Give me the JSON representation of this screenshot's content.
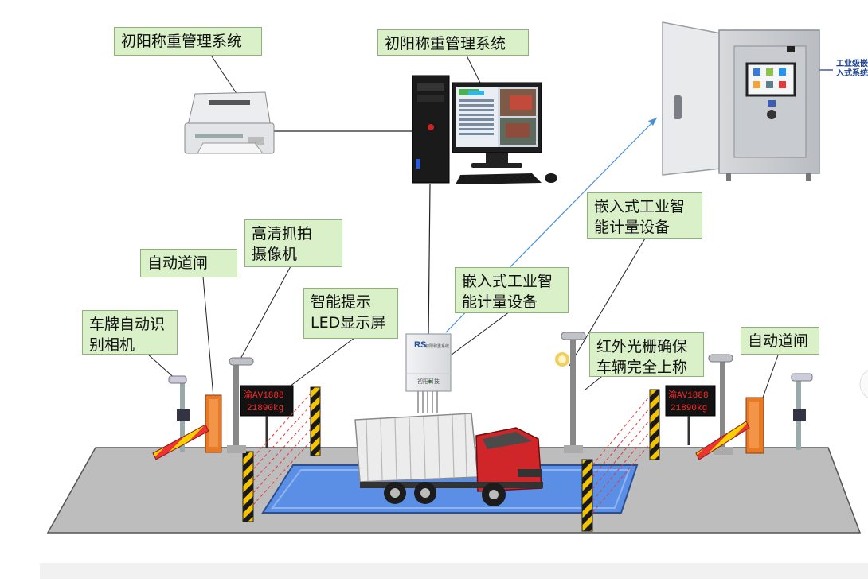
{
  "labels": {
    "printer_system": "初阳称重管理系统",
    "pc_system": "初阳称重管理系统",
    "hd_camera": "高清抓拍\n摄像机",
    "auto_gate_left": "自动道闸",
    "plate_camera": "车牌自动识\n别相机",
    "led_screen": "智能提示\nLED显示屏",
    "embedded_device_center": "嵌入式工业智\n能计量设备",
    "embedded_device_right": "嵌入式工业智\n能计量设备",
    "infrared_grating": "红外光栅确保\n车辆完全上称",
    "auto_gate_right": "自动道闸",
    "cabinet_system": "工业级嵌\n入式系统"
  },
  "device_box": {
    "logo": "RS",
    "subtitle": "初阳称重系统",
    "brand": "初阳科技"
  },
  "led_display": {
    "line1": "渝AV1888",
    "line2": "21890kg"
  },
  "colors": {
    "label_bg": "#d9f0c8",
    "platform": "#b7b7b7",
    "scale": "#5b8fe6",
    "gate_cabinet": "#e87a26",
    "led_text": "#ff2a2a",
    "truck_cab": "#d0262a",
    "arrow": "#4a90d9"
  }
}
